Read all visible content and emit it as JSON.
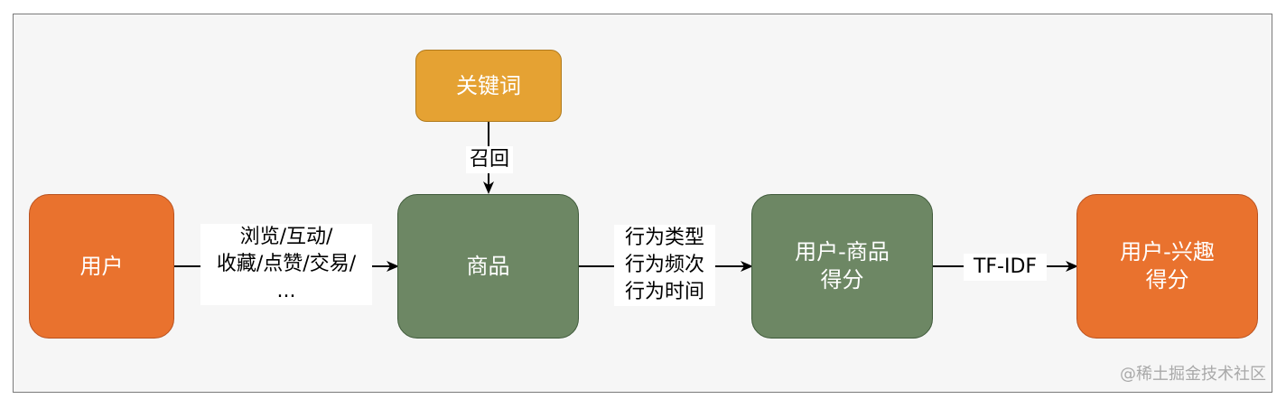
{
  "nodes": {
    "user": "用户",
    "keyword": "关键词",
    "product": "商品",
    "user_product_score": "用户-商品\n得分",
    "user_interest_score": "用户-兴趣\n得分"
  },
  "edges": {
    "recall": "召回",
    "user_to_product": "浏览/互动/\n收藏/点赞/交易/\n...",
    "product_to_score": "行为类型\n行为频次\n行为时间",
    "score_to_interest": "TF-IDF"
  },
  "watermark": "@稀土掘金技术社区",
  "colors": {
    "orange": "#e9722e",
    "green": "#6d8764",
    "amber": "#e5a233",
    "frame_background": "#f6f6f6"
  }
}
